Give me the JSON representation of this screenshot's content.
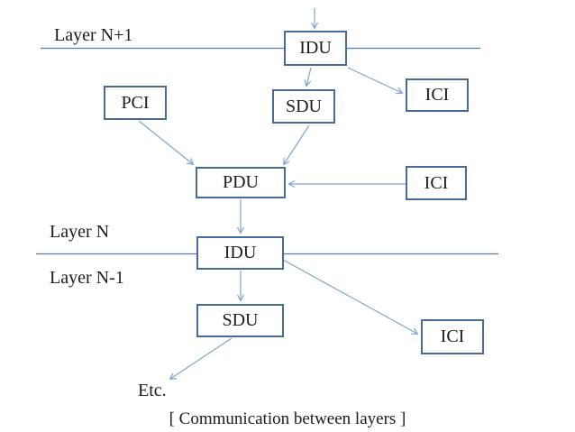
{
  "diagram": {
    "caption": "[ Communication between layers ]",
    "layers": {
      "top": "Layer N+1",
      "middle": "Layer N",
      "bottom": "Layer N-1"
    },
    "nodes": {
      "idu_top": "IDU",
      "sdu_top": "SDU",
      "ici_top": "ICI",
      "pci": "PCI",
      "pdu": "PDU",
      "ici_mid": "ICI",
      "idu_bottom": "IDU",
      "sdu_bottom": "SDU",
      "ici_bottom": "ICI"
    },
    "etc_label": "Etc.",
    "colors": {
      "box_border": "#466a9a",
      "arrow": "#7fa5d2",
      "layer_line": "#557cab",
      "text": "#1c1c1c"
    }
  }
}
